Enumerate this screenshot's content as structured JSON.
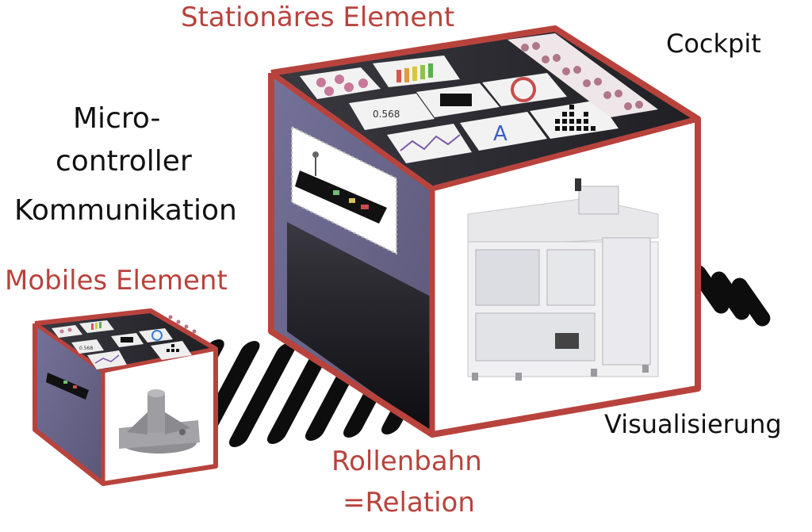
{
  "labels": {
    "stationary": "Stationäres Element",
    "cockpit": "Cockpit",
    "micro_line1": "Micro-",
    "micro_line2": "controller",
    "micro_line3": "Kommunikation",
    "mobile": "Mobiles Element",
    "visualisierung": "Visualisierung",
    "rollenbahn_line1": "Rollenbahn",
    "rollenbahn_line2": "=Relation"
  },
  "cockpit_tiles": {
    "numeric_readout": "0.568",
    "letter": "A",
    "small_numeric_readout": "0.568"
  },
  "colors": {
    "accent_red": "#b8433d",
    "cube_side": "#6d6a8e",
    "cube_top": "#2e2d33",
    "roller": "#0d0d0d",
    "text": "#111111"
  },
  "icons": {
    "tile_dots": "pink-dots-icon",
    "tile_bars": "colored-bars-icon",
    "tile_chip": "chip-icon",
    "tile_ring": "red-ring-icon",
    "tile_number": "numeric-readout-icon",
    "tile_letter": "letter-a-icon",
    "tile_grid": "grid-chart-icon",
    "tile_line": "line-chart-icon",
    "circuit_board": "circuit-board-icon",
    "machine": "industrial-machine-icon",
    "part": "mechanical-part-icon"
  }
}
